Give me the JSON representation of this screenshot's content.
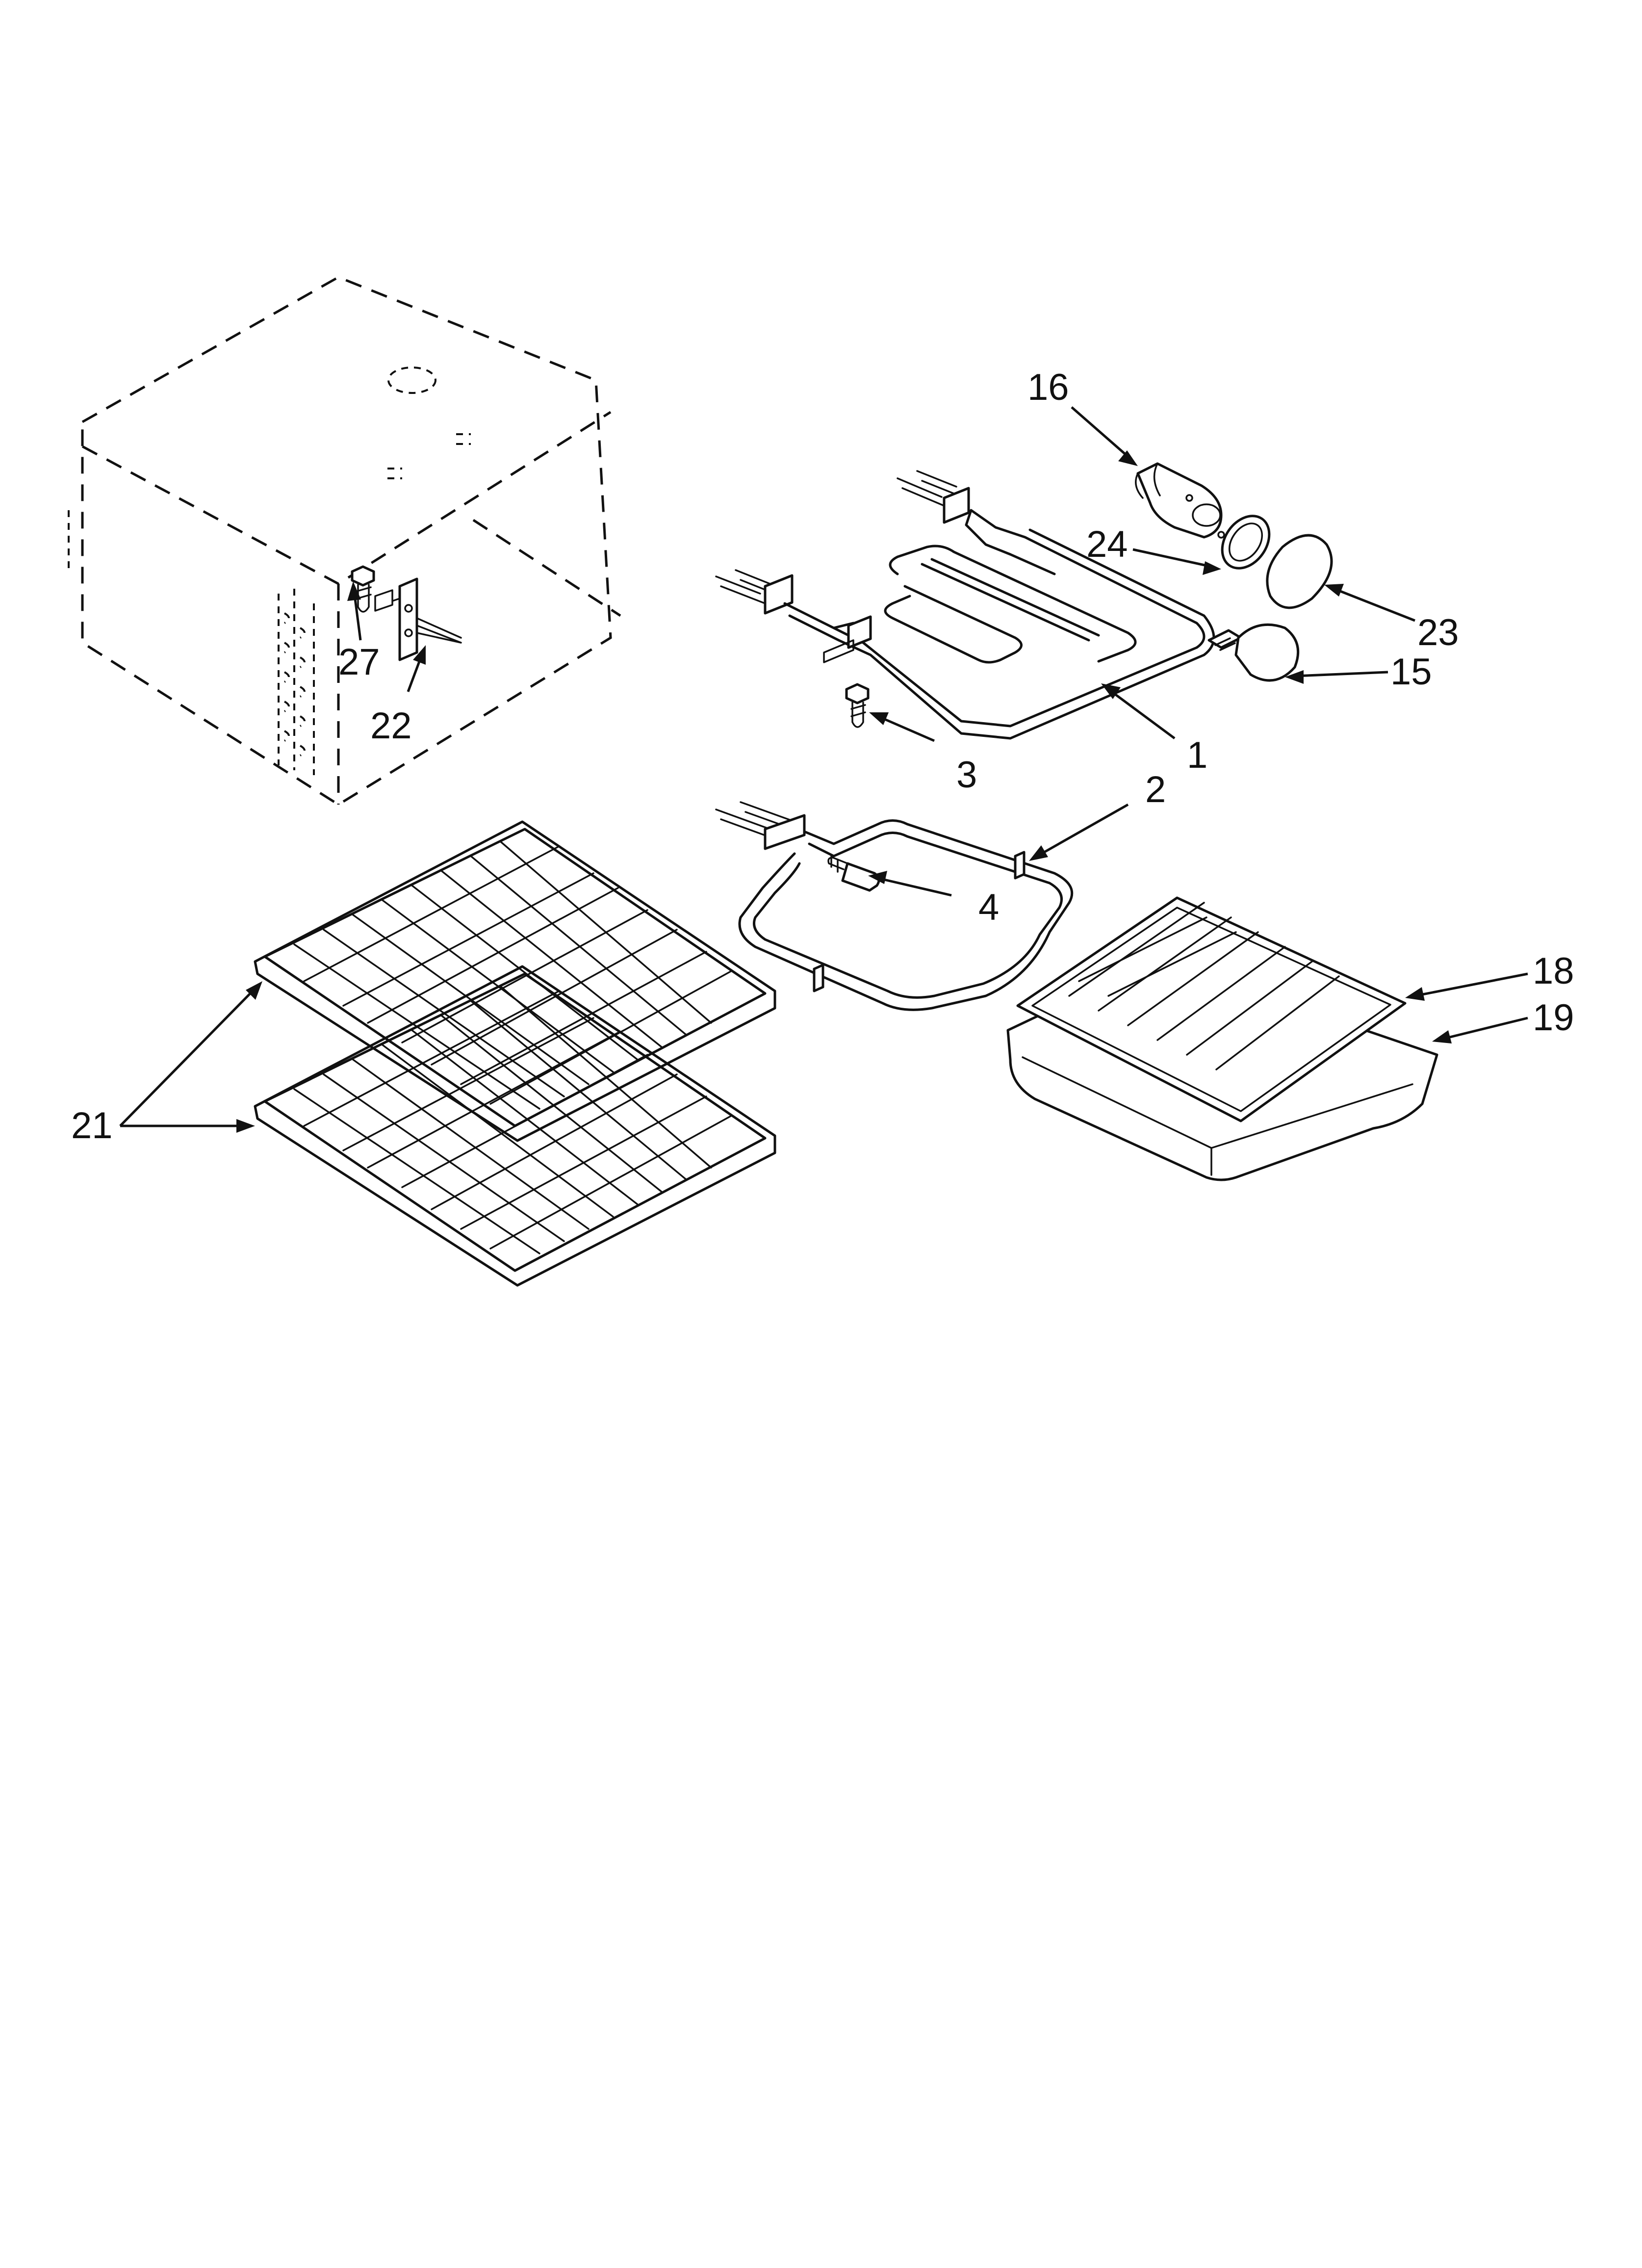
{
  "callouts": {
    "c1": "1",
    "c2": "2",
    "c3": "3",
    "c4": "4",
    "c15": "15",
    "c16": "16",
    "c18": "18",
    "c19": "19",
    "c21": "21",
    "c22": "22",
    "c23": "23",
    "c24": "24",
    "c27": "27"
  }
}
